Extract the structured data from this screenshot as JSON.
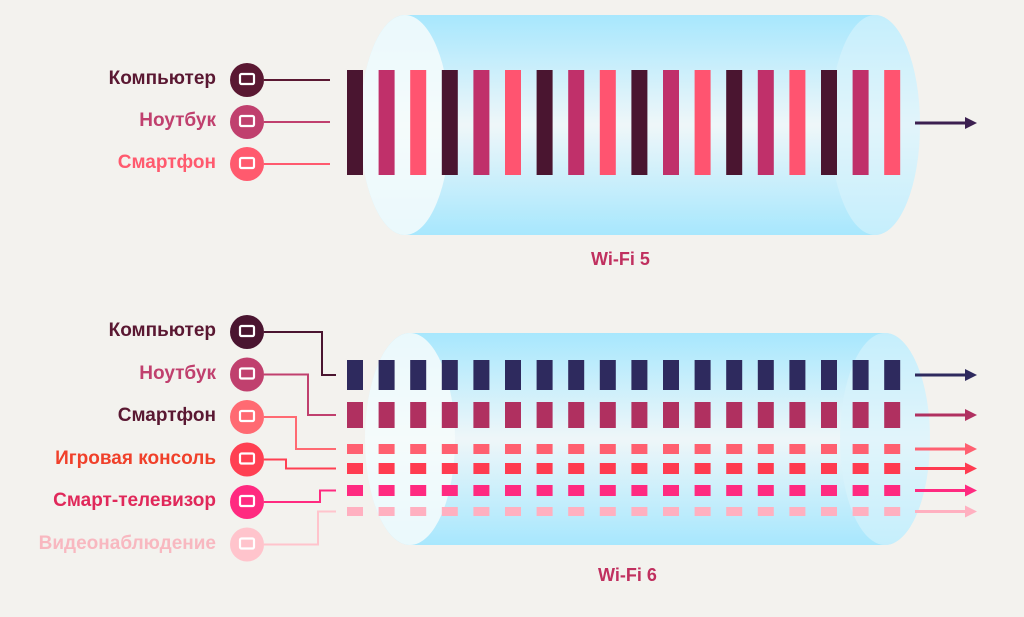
{
  "wifi5": {
    "caption": "Wi-Fi 5",
    "devices": [
      {
        "label": "Компьютер",
        "icon": "desktop-icon",
        "color": "#5a1832"
      },
      {
        "label": "Ноутбук",
        "icon": "laptop-icon",
        "color": "#c0406e"
      },
      {
        "label": "Смартфон",
        "icon": "smartphone-icon",
        "color": "#ff5a6e"
      }
    ],
    "bar_colors": [
      "#4a1530",
      "#c0306a",
      "#ff5470"
    ],
    "bar_count": 18,
    "arrow_color": "#3c2050"
  },
  "wifi6": {
    "caption": "Wi-Fi 6",
    "devices": [
      {
        "label": "Компьютер",
        "icon": "desktop-icon",
        "color": "#4a1530",
        "text_color": "#5a1832",
        "bar_color": "#2e2a5e"
      },
      {
        "label": "Ноутбук",
        "icon": "laptop-icon",
        "color": "#c0406e",
        "text_color": "#c0406e",
        "bar_color": "#b03060"
      },
      {
        "label": "Смартфон",
        "icon": "smartphone-icon",
        "color": "#ff6a72",
        "text_color": "#5a1832",
        "bar_color": "#ff6070"
      },
      {
        "label": "Игровая консоль",
        "icon": "gamepad-icon",
        "color": "#ff4052",
        "text_color": "#f0402a",
        "bar_color": "#ff3b50"
      },
      {
        "label": "Смарт-телевизор",
        "icon": "tv-icon",
        "color": "#ff2a80",
        "text_color": "#e0285a",
        "bar_color": "#ff2a80"
      },
      {
        "label": "Видеонаблюдение",
        "icon": "camera-home-icon",
        "color": "#ffc4cc",
        "text_color": "#f8b8c0",
        "bar_color": "#ffb0c0"
      }
    ],
    "bar_count": 18
  }
}
